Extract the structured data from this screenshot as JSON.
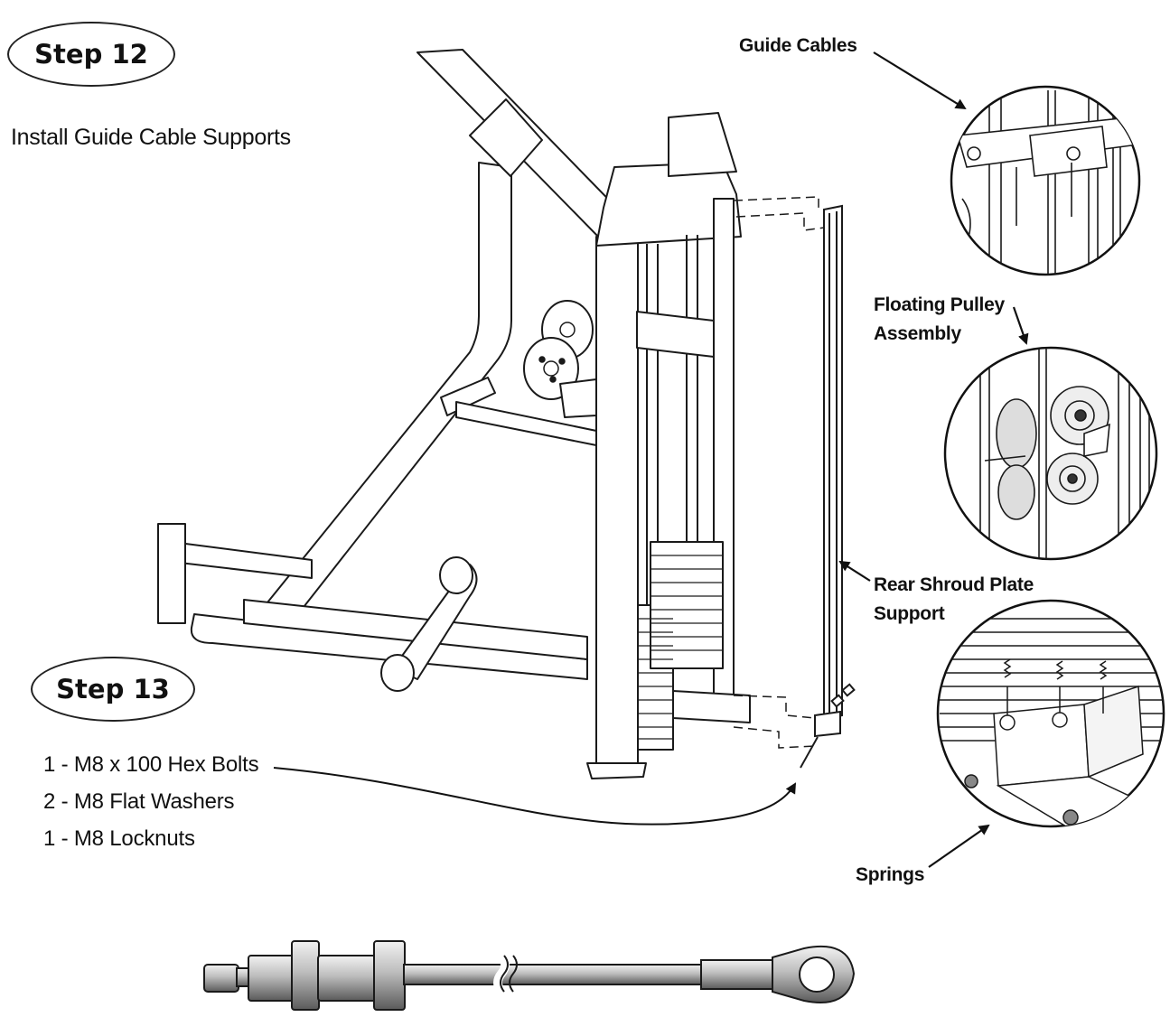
{
  "steps": {
    "step12": {
      "label": "Step 12",
      "title": "Install Guide Cable Supports"
    },
    "step13": {
      "label": "Step 13",
      "parts": [
        "1 - M8 x 100 Hex Bolts",
        "2 - M8 Flat Washers",
        "1 - M8 Locknuts"
      ]
    }
  },
  "callouts": {
    "guide_cables": "Guide Cables",
    "floating_pulley_line1": "Floating Pulley",
    "floating_pulley_line2": "Assembly",
    "rear_shroud_line1": "Rear Shroud Plate",
    "rear_shroud_line2": "Support",
    "springs": "Springs"
  },
  "icons": [
    "guide-cables-detail-icon",
    "floating-pulley-detail-icon",
    "springs-detail-icon",
    "guide-cable-hardware-icon",
    "gym-machine-frame-icon"
  ],
  "colors": {
    "line": "#1a1a1a",
    "fill": "#ffffff",
    "metal": "#9a9a9a"
  }
}
